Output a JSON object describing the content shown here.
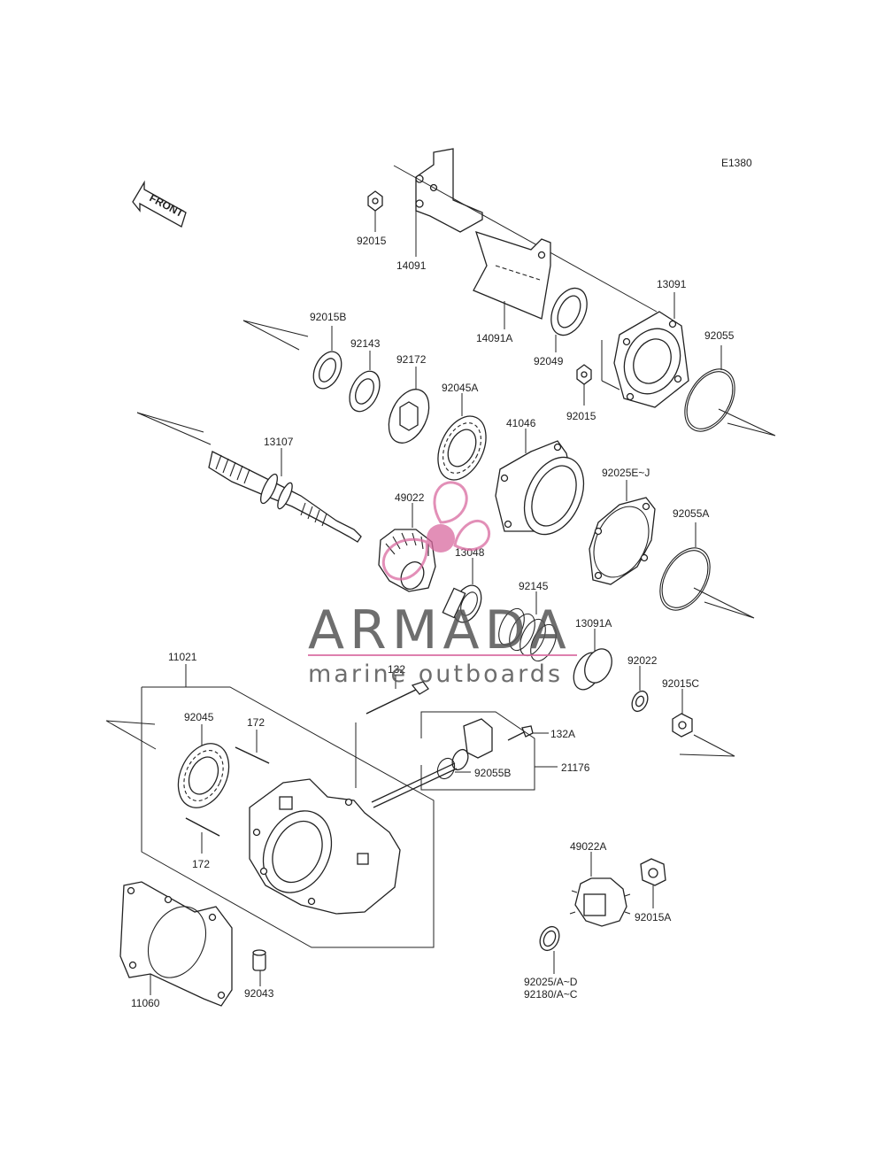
{
  "diagram_code": "E1380",
  "front_label": "FRONT",
  "watermark": {
    "brand": "ARMADA",
    "tagline": "marine outboards",
    "color": "#d96aa0"
  },
  "parts": {
    "p14091": "14091",
    "p14091A": "14091A",
    "p92015_top": "92015",
    "p92015B": "92015B",
    "p92143": "92143",
    "p92172": "92172",
    "p92045A": "92045A",
    "p92049": "92049",
    "p13091": "13091",
    "p92055": "92055",
    "p92015_mid": "92015",
    "p41046": "41046",
    "p92025EJ": "92025E~J",
    "p92055A": "92055A",
    "p13107": "13107",
    "p49022": "49022",
    "p13048": "13048",
    "p92145": "92145",
    "p13091A": "13091A",
    "p92022": "92022",
    "p92015C": "92015C",
    "p11021": "11021",
    "p132": "132",
    "p132A": "132A",
    "p92045": "92045",
    "p172_top": "172",
    "p172_bot": "172",
    "p92055B": "92055B",
    "p21176": "21176",
    "p49022A": "49022A",
    "p92015A": "92015A",
    "p92043": "92043",
    "p11060": "11060",
    "p92025AD": "92025/A~D",
    "p92180AC": "92180/A~C"
  }
}
